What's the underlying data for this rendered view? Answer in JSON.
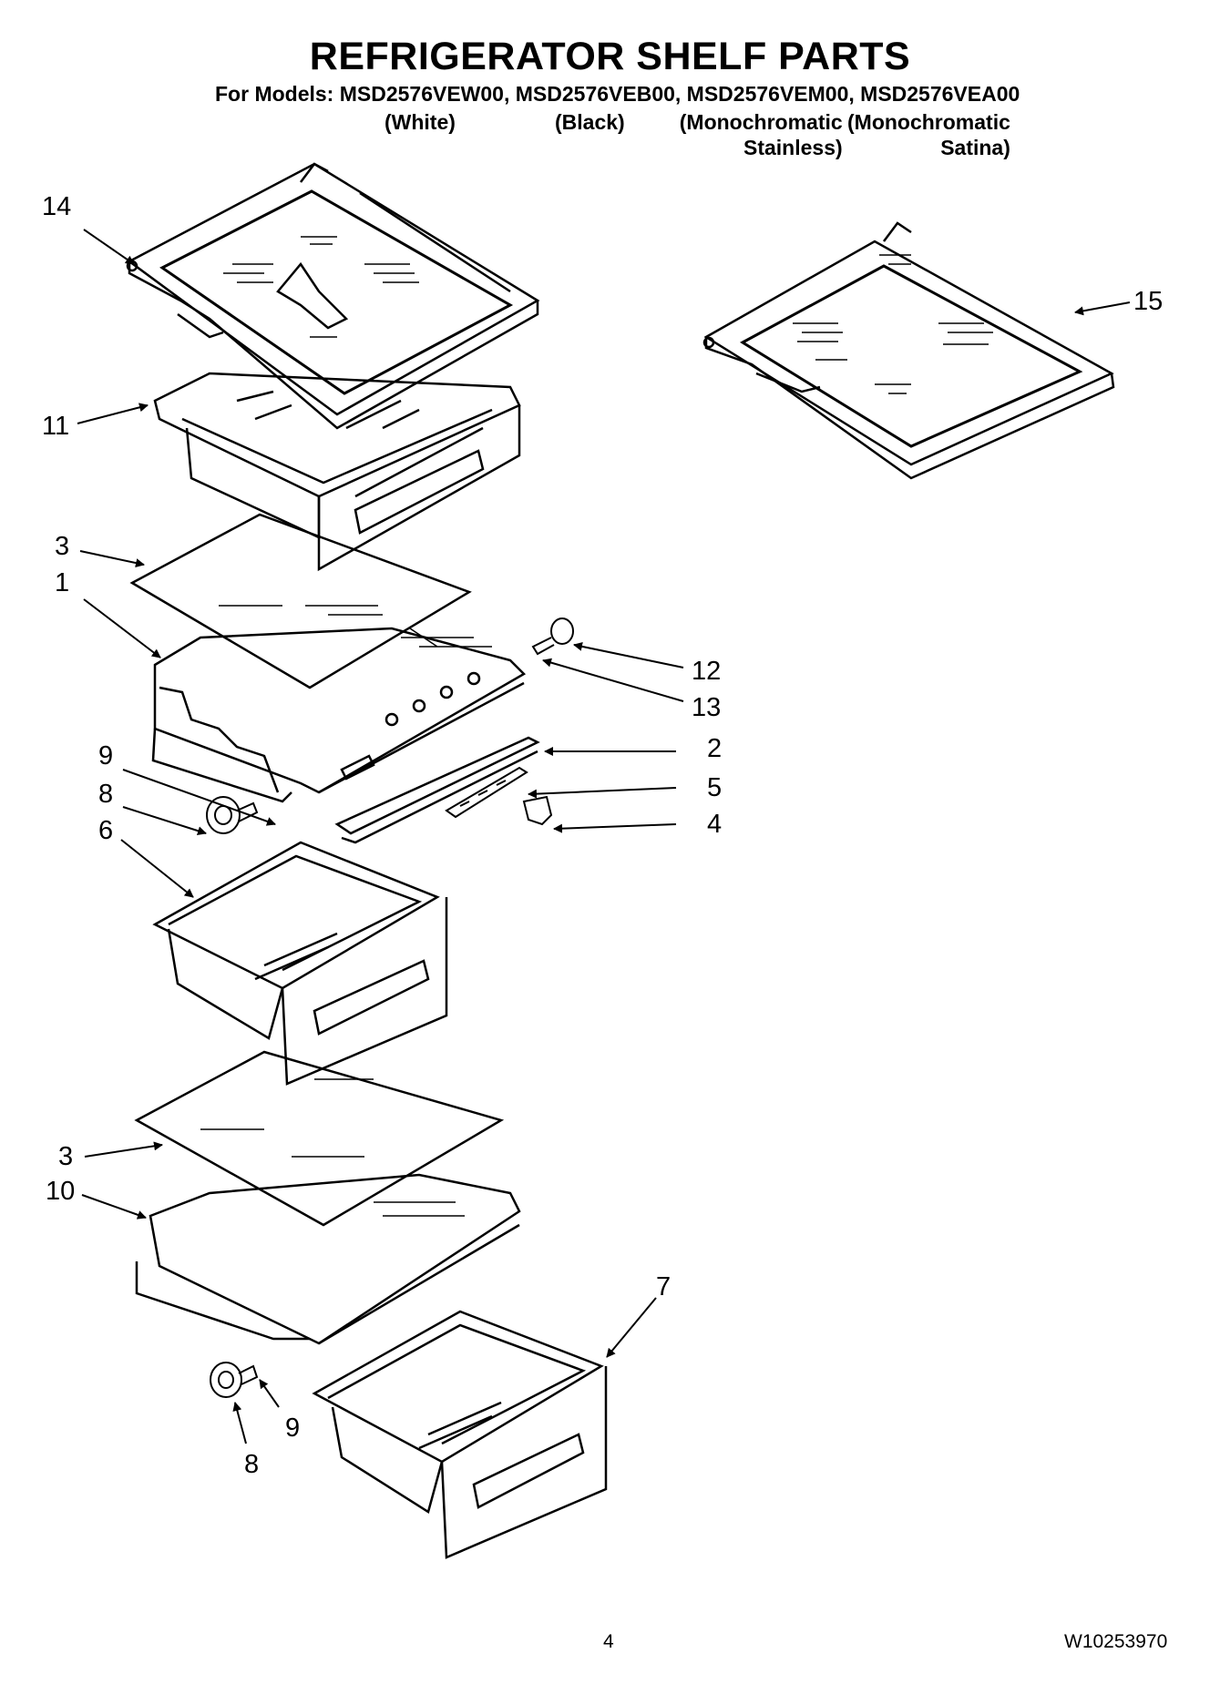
{
  "title": "REFRIGERATOR SHELF PARTS",
  "models_line": "For Models: MSD2576VEW00, MSD2576VEB00, MSD2576VEM00, MSD2576VEA00",
  "variants": {
    "white": "(White)",
    "black": "(Black)",
    "mono_stainless_line1": "(Monochromatic",
    "mono_stainless_line2": "Stainless)",
    "mono_satina_line1": "(Monochromatic",
    "mono_satina_line2": "Satina)"
  },
  "callouts": {
    "c14": "14",
    "c11": "11",
    "c3a": "3",
    "c1": "1",
    "c9a": "9",
    "c8a": "8",
    "c6": "6",
    "c3b": "3",
    "c10": "10",
    "c15": "15",
    "c12": "12",
    "c13": "13",
    "c2": "2",
    "c5": "5",
    "c4": "4",
    "c7": "7",
    "c9b": "9",
    "c8b": "8"
  },
  "footer": {
    "page_number": "4",
    "document_number": "W10253970"
  },
  "colors": {
    "ink": "#000000",
    "paper": "#ffffff"
  }
}
